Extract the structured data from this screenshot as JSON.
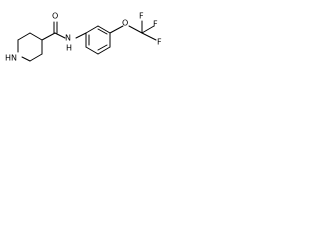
{
  "molecule": {
    "atoms": {
      "ring_nh": "HN",
      "carbonyl_o": "O",
      "amide_nh": "N",
      "amide_h": "H",
      "ether_o": "O",
      "f_top_left": "F",
      "f_top_right": "F",
      "f_right": "F"
    }
  },
  "colors": {
    "bond": "#000000",
    "label": "#000000",
    "background": "#ffffff"
  }
}
